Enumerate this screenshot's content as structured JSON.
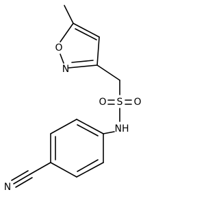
{
  "atoms": {
    "ring_oxygen": "O",
    "ring_nitrogen": "N",
    "sulfur": "S",
    "sulfonyl_oxygen_left": "O",
    "sulfonyl_oxygen_right": "O",
    "amine": "NH",
    "nitrile_nitrogen": "N"
  }
}
